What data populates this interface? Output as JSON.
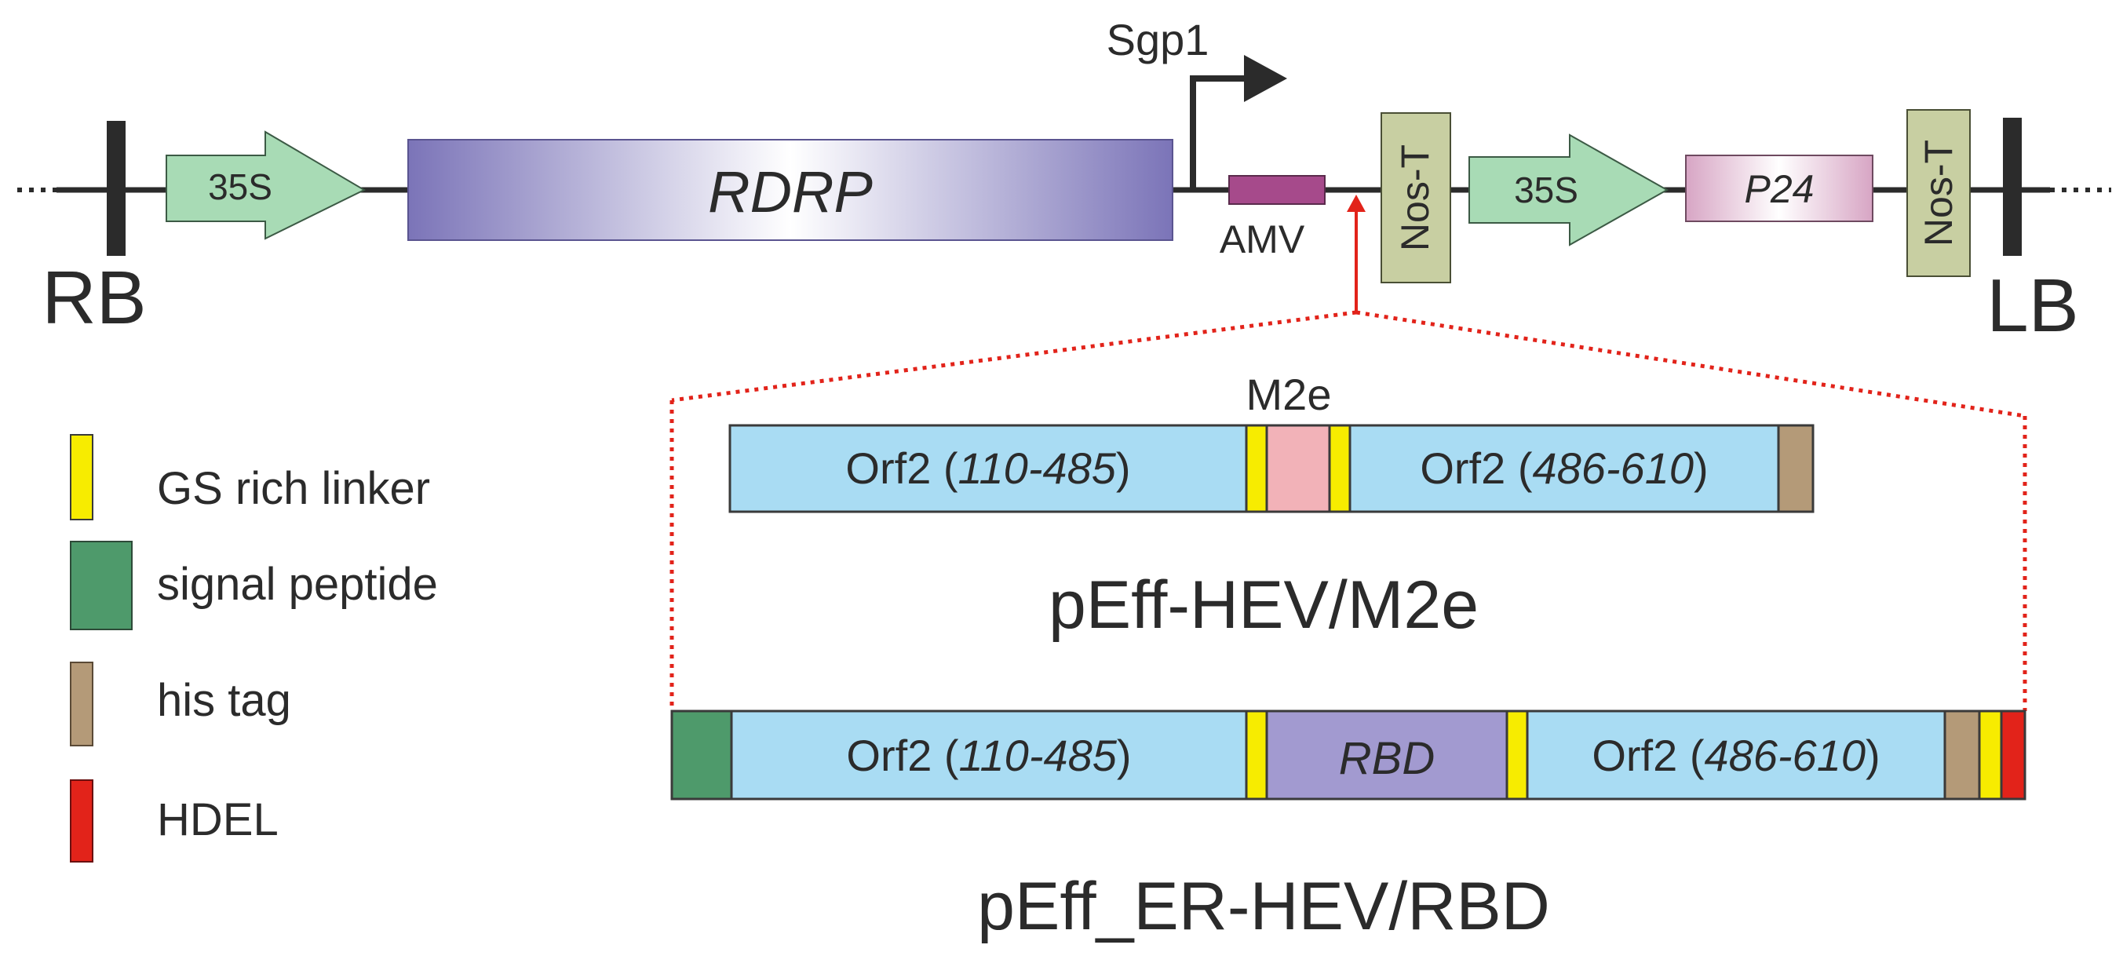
{
  "colors": {
    "backbone": "#2b2b2b",
    "promoter_fill": "#a8dbb5",
    "promoter_stroke": "#3c5a45",
    "rdrp_dark": "#7b74b8",
    "rdrp_light": "#ffffff",
    "amv": "#a64a8b",
    "terminator": "#c8cfa2",
    "p24_dark": "#d7a5c4",
    "p24_light": "#ffffff",
    "orf2": "#a9dcf3",
    "linker": "#f7ec00",
    "m2e": "#f2b2b8",
    "rbd": "#a29ad0",
    "signal_peptide": "#4e9a6b",
    "his_tag": "#b49a78",
    "hdel": "#e2231a",
    "zoom_lines": "#e2231a"
  },
  "construct": {
    "right_border": "RB",
    "left_border": "LB",
    "promoter_1": "35S",
    "rdrp": "RDRP",
    "subgenomic_promoter": "Sgp1",
    "amv": "AMV",
    "terminator_1": "Nos-T",
    "promoter_2": "35S",
    "p24": "P24",
    "terminator_2": "Nos-T"
  },
  "legend": [
    {
      "key": "linker",
      "label": "GS rich linker"
    },
    {
      "key": "signal_peptide",
      "label": "signal peptide"
    },
    {
      "key": "his_tag",
      "label": "his tag"
    },
    {
      "key": "hdel",
      "label": "HDEL"
    }
  ],
  "insert_m2e": {
    "orf2_a_prefix": "Orf2 (",
    "orf2_a_range": "110-485",
    "orf2_a_suffix": ")",
    "epitope": "M2e",
    "orf2_b_prefix": "Orf2 (",
    "orf2_b_range": "486-610",
    "orf2_b_suffix": ")",
    "name": "pEff-HEV/M2e"
  },
  "insert_rbd": {
    "orf2_a_prefix": "Orf2 (",
    "orf2_a_range": "110-485",
    "orf2_a_suffix": ")",
    "domain": "RBD",
    "orf2_b_prefix": "Orf2 (",
    "orf2_b_range": "486-610",
    "orf2_b_suffix": ")",
    "name": "pEff_ER-HEV/RBD"
  }
}
